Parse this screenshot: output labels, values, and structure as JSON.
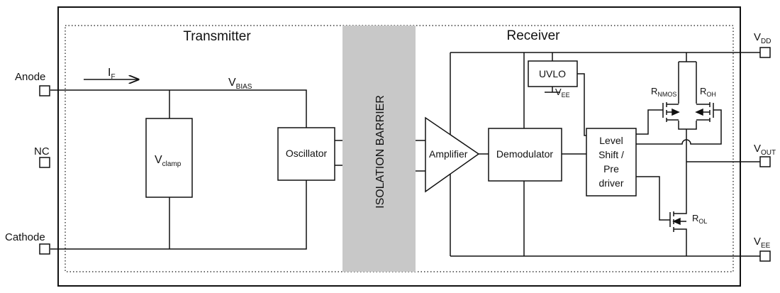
{
  "sections": {
    "transmitter": "Transmitter",
    "receiver": "Receiver"
  },
  "barrier": {
    "label": "ISOLATION  BARRIER",
    "color": "#c8c8c8"
  },
  "pins": {
    "anode": "Anode",
    "nc": "NC",
    "cathode": "Cathode",
    "vdd": {
      "main": "V",
      "sub": "DD"
    },
    "vout": {
      "main": "V",
      "sub": "OUT"
    },
    "vee": {
      "main": "V",
      "sub": "EE"
    }
  },
  "signals": {
    "if": {
      "main": "I",
      "sub": "F"
    },
    "vbias": {
      "main": "V",
      "sub": "BIAS"
    }
  },
  "blocks": {
    "vclamp": {
      "main": "V",
      "sub": "clamp"
    },
    "oscillator": "Oscillator",
    "amplifier": "Amplifier",
    "demodulator": "Demodulator",
    "uvlo": "UVLO",
    "uvlo_vee": {
      "main": "V",
      "sub": "EE"
    },
    "level_shift": [
      "Level",
      "Shift /",
      "Pre",
      "driver"
    ]
  },
  "transistors": {
    "rnmos": {
      "main": "R",
      "sub": "NMOS"
    },
    "roh": {
      "main": "R",
      "sub": "OH"
    },
    "rol": {
      "main": "R",
      "sub": "OL"
    }
  }
}
